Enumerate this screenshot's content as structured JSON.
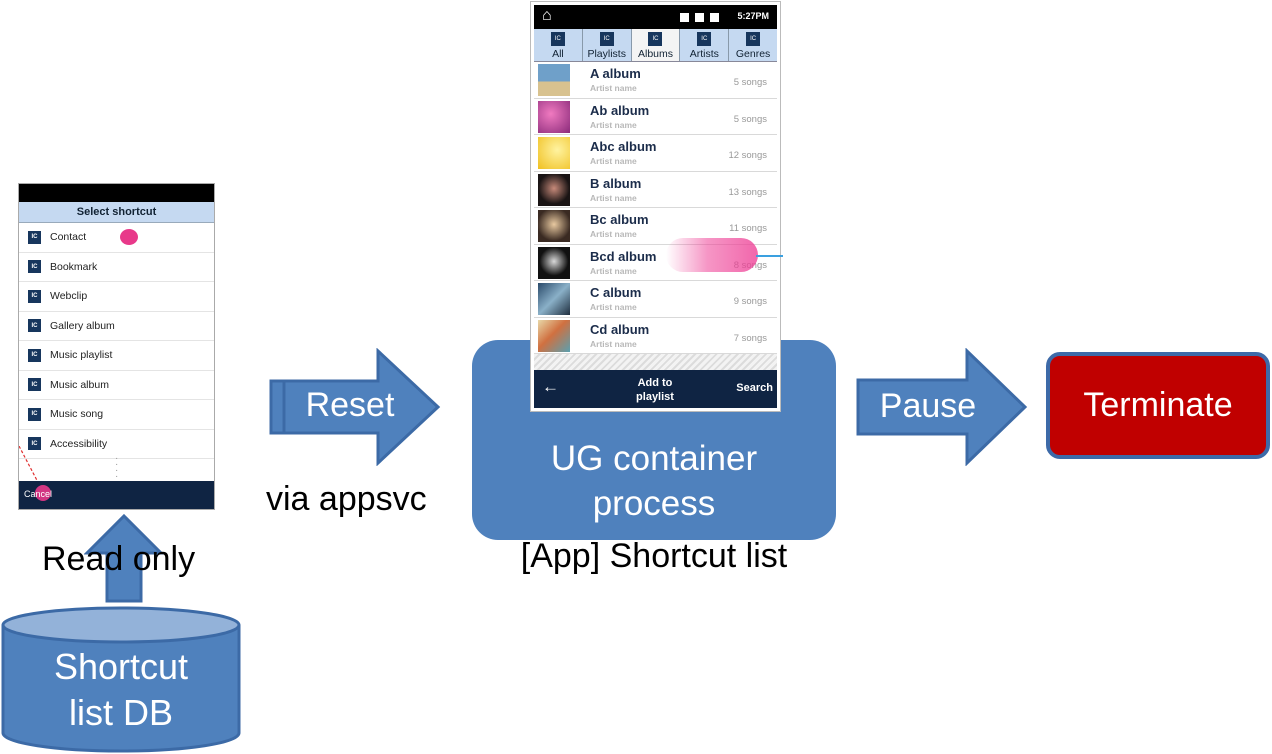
{
  "shortcut_phone": {
    "header": "Select shortcut",
    "items": [
      {
        "icon": "IC",
        "label": "Contact"
      },
      {
        "icon": "IC",
        "label": "Bookmark"
      },
      {
        "icon": "IC",
        "label": "Webclip"
      },
      {
        "icon": "IC",
        "label": "Gallery album"
      },
      {
        "icon": "IC",
        "label": "Music playlist"
      },
      {
        "icon": "IC",
        "label": "Music album"
      },
      {
        "icon": "IC",
        "label": "Music song"
      },
      {
        "icon": "IC",
        "label": "Accessibility"
      }
    ],
    "cancel_label": "Cancel"
  },
  "album_phone": {
    "status_time": "5:27PM",
    "tabs": [
      {
        "icon": "IC",
        "label": "All"
      },
      {
        "icon": "IC",
        "label": "Playlists"
      },
      {
        "icon": "IC",
        "label": "Albums"
      },
      {
        "icon": "IC",
        "label": "Artists"
      },
      {
        "icon": "IC",
        "label": "Genres"
      }
    ],
    "albums": [
      {
        "title": "A album",
        "artist": "Artist name",
        "count": "5 songs"
      },
      {
        "title": "Ab album",
        "artist": "Artist name",
        "count": "5 songs"
      },
      {
        "title": "Abc album",
        "artist": "Artist name",
        "count": "12 songs"
      },
      {
        "title": "B album",
        "artist": "Artist name",
        "count": "13 songs"
      },
      {
        "title": "Bc album",
        "artist": "Artist name",
        "count": "11 songs"
      },
      {
        "title": "Bcd album",
        "artist": "Artist name",
        "count": "8 songs"
      },
      {
        "title": "C album",
        "artist": "Artist name",
        "count": "9 songs"
      },
      {
        "title": "Cd album",
        "artist": "Artist name",
        "count": "7 songs"
      }
    ],
    "bottom": {
      "back_icon": "←",
      "add_label_1": "Add to",
      "add_label_2": "playlist",
      "search_label": "Search"
    }
  },
  "diagram": {
    "reset": "Reset",
    "via": "via appsvc",
    "container_line1": "UG container",
    "container_line2": "process",
    "app_label": "[App] Shortcut list",
    "pause": "Pause",
    "terminate": "Terminate",
    "read_only": "Read only",
    "db_line1": "Shortcut",
    "db_line2": "list DB"
  },
  "colors": {
    "blue": "#4f81bd",
    "red": "#c00000",
    "navy": "#0f2443"
  }
}
